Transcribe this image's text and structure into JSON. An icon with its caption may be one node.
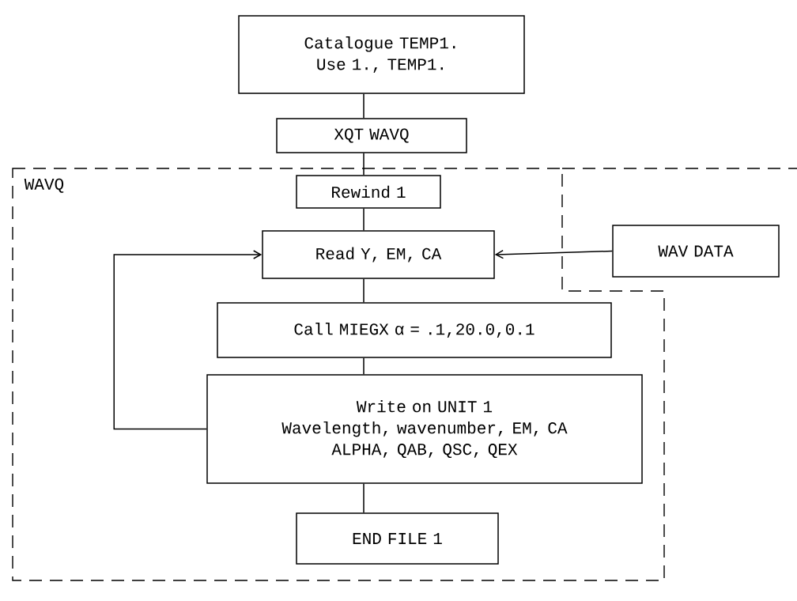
{
  "diagram": {
    "nodes": [
      {
        "text": [
          "Catalogue TEMP1. Use 1., TEMP1."
        ]
      },
      {
        "text": [
          "XQT  WAVQ"
        ]
      },
      {
        "text": [
          "WAVQ"
        ]
      },
      {
        "text": [
          "Rewind 1"
        ],
        "in": 2
      },
      {
        "text": [
          "Read Y, EM, CA"
        ],
        "in": 2
      },
      {
        "text": [
          "Call MIEGX  α = .1,20.0,0.1"
        ],
        "in": 2
      },
      {
        "text": [
          "Write on UNIT 1",
          "Wavelength, wavenumber, EM, CA",
          "ALPHA, QAB, QSC, QEX"
        ],
        "in": 2
      },
      {
        "text": [
          "END FILE 1"
        ],
        "in": 2
      },
      {
        "text": [
          "WAV DATA"
        ]
      }
    ],
    "edges": [
      {
        "from": 0,
        "to": 1,
        "arrow": "none"
      },
      {
        "from": 1,
        "to": 3,
        "arrow": "none"
      },
      {
        "from": 3,
        "to": 4,
        "arrow": "none"
      },
      {
        "from": 4,
        "to": 5,
        "arrow": "none"
      },
      {
        "from": 5,
        "to": 6,
        "arrow": "none"
      },
      {
        "from": 6,
        "to": 7,
        "arrow": "none"
      },
      {
        "from": 6,
        "to": 4,
        "arrow": "to"
      },
      {
        "from": 8,
        "to": 4,
        "arrow": "to"
      }
    ]
  }
}
